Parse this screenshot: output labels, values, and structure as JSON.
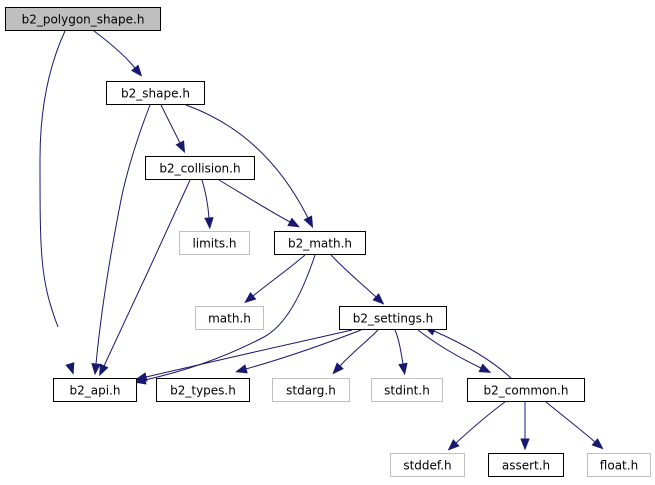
{
  "colors": {
    "edge": "#191970",
    "root_fill": "#bfbfbf",
    "node_fill": "#ffffff",
    "node_border": "#000000",
    "external_border": "#bfbfbf",
    "external_text": "#000000"
  },
  "nodes": [
    {
      "id": "b2_polygon_shape",
      "label": "b2_polygon_shape.h",
      "kind": "root"
    },
    {
      "id": "b2_shape",
      "label": "b2_shape.h",
      "kind": "project"
    },
    {
      "id": "b2_collision",
      "label": "b2_collision.h",
      "kind": "project"
    },
    {
      "id": "limits",
      "label": "limits.h",
      "kind": "external"
    },
    {
      "id": "b2_math",
      "label": "b2_math.h",
      "kind": "project"
    },
    {
      "id": "math",
      "label": "math.h",
      "kind": "external"
    },
    {
      "id": "b2_settings",
      "label": "b2_settings.h",
      "kind": "project"
    },
    {
      "id": "b2_api",
      "label": "b2_api.h",
      "kind": "project"
    },
    {
      "id": "b2_types",
      "label": "b2_types.h",
      "kind": "project"
    },
    {
      "id": "stdarg",
      "label": "stdarg.h",
      "kind": "external"
    },
    {
      "id": "stdint",
      "label": "stdint.h",
      "kind": "external"
    },
    {
      "id": "b2_common",
      "label": "b2_common.h",
      "kind": "project"
    },
    {
      "id": "stddef",
      "label": "stddef.h",
      "kind": "external"
    },
    {
      "id": "assert",
      "label": "assert.h",
      "kind": "project"
    },
    {
      "id": "float",
      "label": "float.h",
      "kind": "external"
    }
  ],
  "edges": [
    {
      "from": "b2_polygon_shape",
      "to": "b2_shape"
    },
    {
      "from": "b2_polygon_shape",
      "to": "b2_api"
    },
    {
      "from": "b2_shape",
      "to": "b2_collision"
    },
    {
      "from": "b2_shape",
      "to": "b2_math"
    },
    {
      "from": "b2_shape",
      "to": "b2_api"
    },
    {
      "from": "b2_collision",
      "to": "limits"
    },
    {
      "from": "b2_collision",
      "to": "b2_math"
    },
    {
      "from": "b2_collision",
      "to": "b2_api"
    },
    {
      "from": "b2_math",
      "to": "math"
    },
    {
      "from": "b2_math",
      "to": "b2_settings"
    },
    {
      "from": "b2_math",
      "to": "b2_api"
    },
    {
      "from": "b2_settings",
      "to": "b2_api"
    },
    {
      "from": "b2_settings",
      "to": "b2_types"
    },
    {
      "from": "b2_settings",
      "to": "stdarg"
    },
    {
      "from": "b2_settings",
      "to": "stdint"
    },
    {
      "from": "b2_settings",
      "to": "b2_common"
    },
    {
      "from": "b2_common",
      "to": "b2_settings"
    },
    {
      "from": "b2_common",
      "to": "stddef"
    },
    {
      "from": "b2_common",
      "to": "assert"
    },
    {
      "from": "b2_common",
      "to": "float"
    }
  ]
}
